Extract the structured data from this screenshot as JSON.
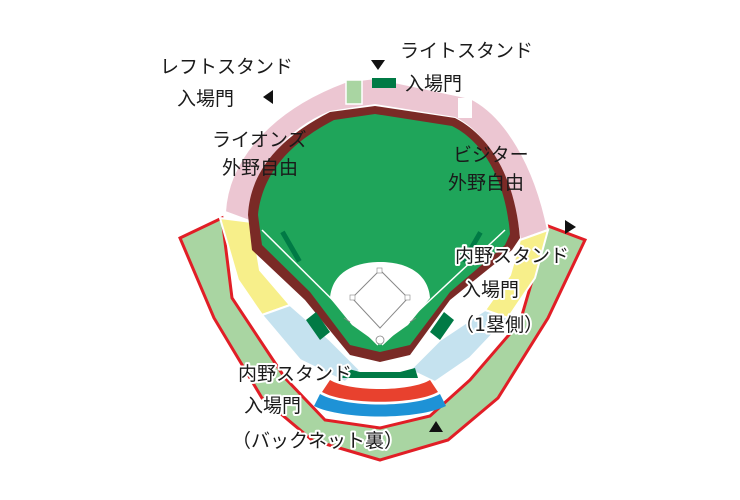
{
  "map": {
    "labels": {
      "left_stand_gate": {
        "line1": "レフトスタンド",
        "line2": "入場門"
      },
      "right_stand_gate": {
        "line1": "ライトスタンド",
        "line2": "入場門"
      },
      "lions_outfield": {
        "line1": "ライオンズ",
        "line2": "外野自由"
      },
      "visitor_outfield": {
        "line1": "ビジター",
        "line2": "外野自由"
      },
      "infield_gate_first_base": {
        "line1": "内野スタンド",
        "line2": "入場門",
        "line3": "（1塁側）"
      },
      "infield_gate_backnet": {
        "line1": "内野スタンド",
        "line2": "入場門",
        "line3": "（バックネット裏）"
      }
    },
    "colors": {
      "field_green": "#1fa55a",
      "outfield_stand_pink": "#ecc6d2",
      "infield_stand_yellow": "#f7ef8a",
      "infield_stand_lightblue": "#c5e2ef",
      "outer_concourse_green": "#a9d5a2",
      "outer_border_red": "#e11e26",
      "warning_track_brown": "#7a2a26",
      "premium_seat_red": "#e8412e",
      "premium_seat_blue": "#1e92d6",
      "dugout_green": "#007a45"
    }
  }
}
